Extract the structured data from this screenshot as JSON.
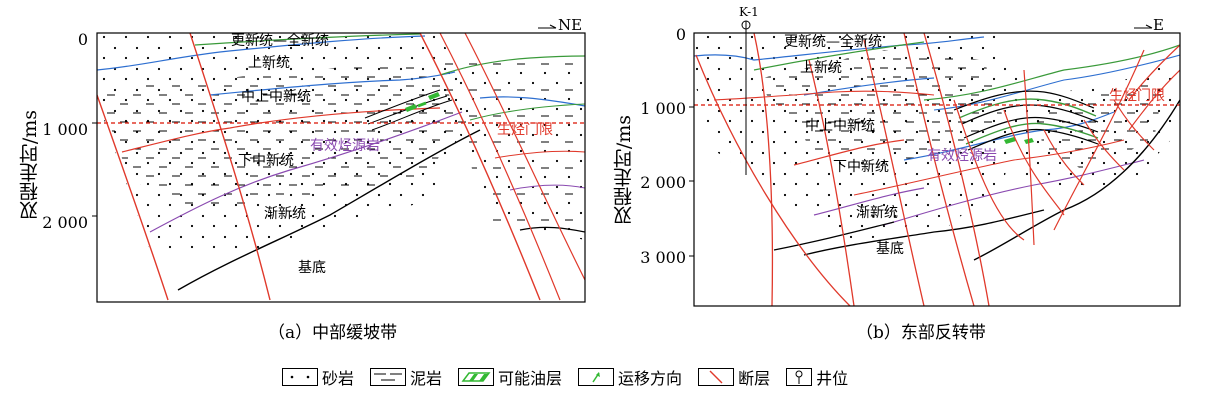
{
  "panel_a": {
    "direction": "NE",
    "y_axis_label": "双程走时/ms",
    "y_ticks": [
      "0",
      "1 000",
      "2 000"
    ],
    "labels": {
      "quaternary": "更新统—全新统",
      "upper_pliocene": "上新统",
      "mid_upper_miocene": "中上中新统",
      "oil_window": "生烃门限",
      "source_rock": "有效烃源岩",
      "lower_miocene": "下中新统",
      "oligocene": "渐新统",
      "basement": "基底"
    },
    "caption": "（a）中部缓坡带"
  },
  "panel_b": {
    "direction": "E",
    "well_name": "K-1",
    "y_axis_label": "双程走时/ms",
    "y_ticks": [
      "0",
      "1 000",
      "2 000",
      "3 000"
    ],
    "labels": {
      "quaternary": "更新统—全新统",
      "upper_pliocene": "上新统",
      "mid_upper_miocene": "中上中新统",
      "oil_window": "生烃门限",
      "source_rock": "有效烃源岩",
      "lower_miocene": "下中新统",
      "oligocene": "渐新统",
      "basement": "基底"
    },
    "caption": "（b）东部反转带"
  },
  "legend": {
    "sandstone": "砂岩",
    "mudstone": "泥岩",
    "oil_layer": "可能油层",
    "migration": "运移方向",
    "fault": "断层",
    "well": "井位"
  },
  "colors": {
    "fault": "#e0392b",
    "threshold": "#e0392b",
    "green_horizon": "#3a9a3a",
    "blue_horizon": "#2e6fd0",
    "purple_horizon": "#8a4ab0",
    "source_label": "#8a4ab0",
    "oil_green": "#33b833"
  }
}
